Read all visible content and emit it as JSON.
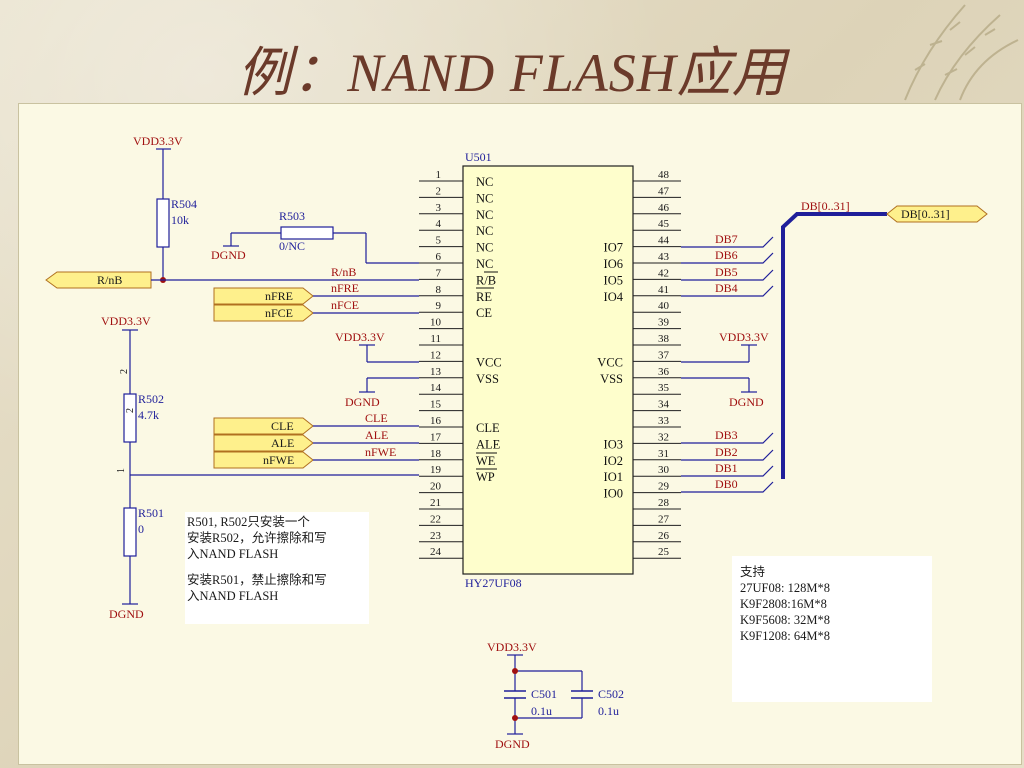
{
  "slide": {
    "title": "例：NAND FLASH应用"
  },
  "chip": {
    "ref": "U501",
    "part": "HY27UF08",
    "left_pins": [
      {
        "num": "1",
        "name": "NC"
      },
      {
        "num": "2",
        "name": "NC"
      },
      {
        "num": "3",
        "name": "NC"
      },
      {
        "num": "4",
        "name": "NC"
      },
      {
        "num": "5",
        "name": "NC"
      },
      {
        "num": "6",
        "name": "NC"
      },
      {
        "num": "7",
        "name": "R/B"
      },
      {
        "num": "8",
        "name": "RE"
      },
      {
        "num": "9",
        "name": "CE"
      },
      {
        "num": "10",
        "name": ""
      },
      {
        "num": "11",
        "name": ""
      },
      {
        "num": "12",
        "name": "VCC"
      },
      {
        "num": "13",
        "name": "VSS"
      },
      {
        "num": "14",
        "name": ""
      },
      {
        "num": "15",
        "name": ""
      },
      {
        "num": "16",
        "name": "CLE"
      },
      {
        "num": "17",
        "name": "ALE"
      },
      {
        "num": "18",
        "name": "WE"
      },
      {
        "num": "19",
        "name": "WP"
      },
      {
        "num": "20",
        "name": ""
      },
      {
        "num": "21",
        "name": ""
      },
      {
        "num": "22",
        "name": ""
      },
      {
        "num": "23",
        "name": ""
      },
      {
        "num": "24",
        "name": ""
      }
    ],
    "right_pins": [
      {
        "num": "48",
        "name": ""
      },
      {
        "num": "47",
        "name": ""
      },
      {
        "num": "46",
        "name": ""
      },
      {
        "num": "45",
        "name": ""
      },
      {
        "num": "44",
        "name": "IO7"
      },
      {
        "num": "43",
        "name": "IO6"
      },
      {
        "num": "42",
        "name": "IO5"
      },
      {
        "num": "41",
        "name": "IO4"
      },
      {
        "num": "40",
        "name": ""
      },
      {
        "num": "39",
        "name": ""
      },
      {
        "num": "38",
        "name": ""
      },
      {
        "num": "37",
        "name": "VCC"
      },
      {
        "num": "36",
        "name": "VSS"
      },
      {
        "num": "35",
        "name": ""
      },
      {
        "num": "34",
        "name": ""
      },
      {
        "num": "33",
        "name": ""
      },
      {
        "num": "32",
        "name": "IO3"
      },
      {
        "num": "31",
        "name": "IO2"
      },
      {
        "num": "30",
        "name": "IO1"
      },
      {
        "num": "29",
        "name": "IO0"
      },
      {
        "num": "28",
        "name": ""
      },
      {
        "num": "27",
        "name": ""
      },
      {
        "num": "26",
        "name": ""
      },
      {
        "num": "25",
        "name": ""
      }
    ]
  },
  "left_nets": {
    "p7": "R/nB",
    "p8": "nFRE",
    "p9": "nFCE",
    "p16": "CLE",
    "p17": "ALE",
    "p18": "nFWE"
  },
  "right_nets": {
    "p44": "DB7",
    "p43": "DB6",
    "p42": "DB5",
    "p41": "DB4",
    "p32": "DB3",
    "p31": "DB2",
    "p30": "DB1",
    "p29": "DB0"
  },
  "ports": {
    "rnb": "R/nB",
    "nfre": "nFRE",
    "nfce": "nFCE",
    "cle": "CLE",
    "ale": "ALE",
    "nfwe": "nFWE",
    "db": "DB[0..31]"
  },
  "bus_label": "DB[0..31]",
  "power": {
    "vdd": "VDD3.3V",
    "gnd": "DGND"
  },
  "components": {
    "r504_ref": "R504",
    "r504_val": "10k",
    "r503_ref": "R503",
    "r503_val": "0/NC",
    "r502_ref": "R502",
    "r502_val": "4.7k",
    "r501_ref": "R501",
    "r501_val": "0",
    "c501_ref": "C501",
    "c501_val": "0.1u",
    "c502_ref": "C502",
    "c502_val": "0.1u",
    "r502_pin_top": "2",
    "r502_pin_mid": "2",
    "r502_pin_node": "1"
  },
  "notes": {
    "resistor_note": [
      "R501, R502只安装一个",
      "安装R502，允许擦除和写",
      "入NAND FLASH",
      "安装R501，禁止擦除和写",
      "入NAND FLASH"
    ],
    "support_note": [
      "支持",
      "27UF08: 128M*8",
      "K9F2808:16M*8",
      "K9F5608: 32M*8",
      "K9F1208: 64M*8"
    ]
  },
  "colors": {
    "title": "#6b3a2a",
    "wire": "#1f1f9a",
    "net_label": "#a01010",
    "chip_fill": "#fefecc",
    "port_fill": "#fef08c",
    "resistor_fill": "#ffffff"
  }
}
